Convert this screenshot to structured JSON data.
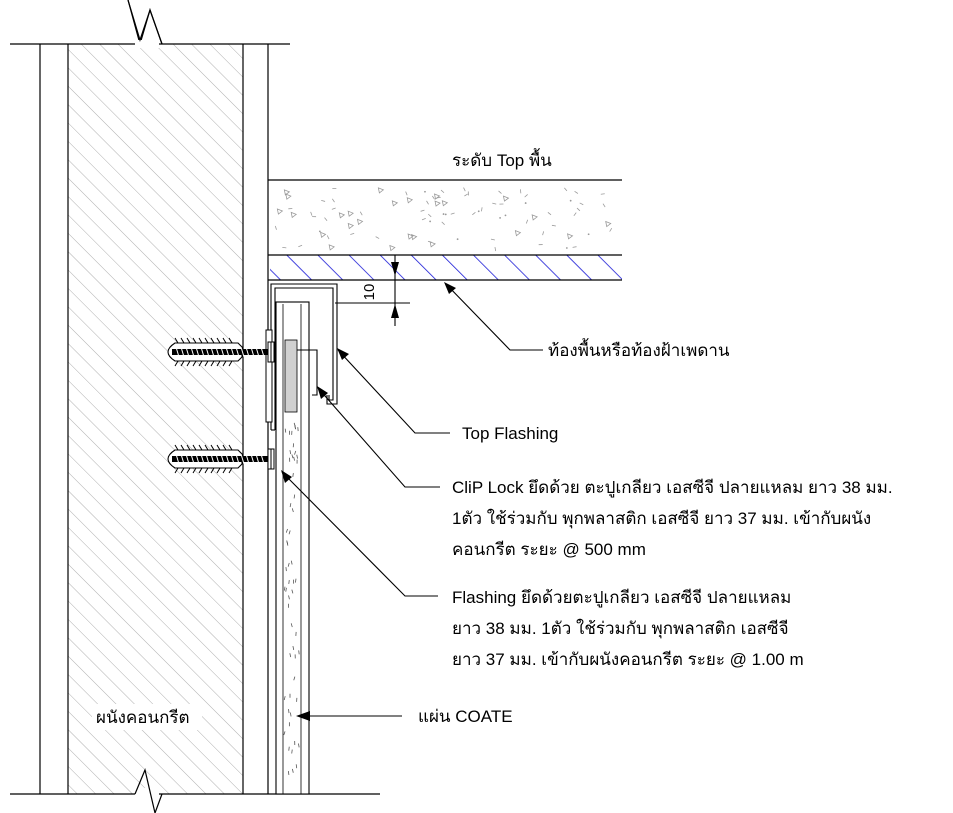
{
  "labels": {
    "floor_level": "ระดับ Top พื้น",
    "slab_soffit": "ท้องพื้นหรือท้องฝ้าเพดาน",
    "top_flashing": "Top Flashing",
    "clip_lock_1": "CliP Lock ยึดด้วย ตะปูเกลียว เอสซีจี ปลายแหลม ยาว 38 มม.",
    "clip_lock_2": "1ตัว ใช้ร่วมกับ พุกพลาสติก เอสซีจี ยาว 37 มม. เข้ากับผนัง",
    "clip_lock_3": "คอนกรีต ระยะ @ 500 mm",
    "flashing_1": "Flashing ยึดด้วยตะปูเกลียว เอสซีจี ปลายแหลม",
    "flashing_2": "ยาว 38 มม. 1ตัว ใช้ร่วมกับ พุกพลาสติก เอสซีจี",
    "flashing_3": "ยาว 37 มม. เข้ากับผนังคอนกรีต ระยะ @ 1.00 m",
    "concrete_wall": "ผนังคอนกรีต",
    "coate_panel": "แผ่น COATE",
    "dimension": "10"
  },
  "colors": {
    "line": "#000000",
    "hatch_blue": "#1a1ad6",
    "wall_hatch": "#9a9a9a",
    "speckle": "#9a9a9a"
  }
}
